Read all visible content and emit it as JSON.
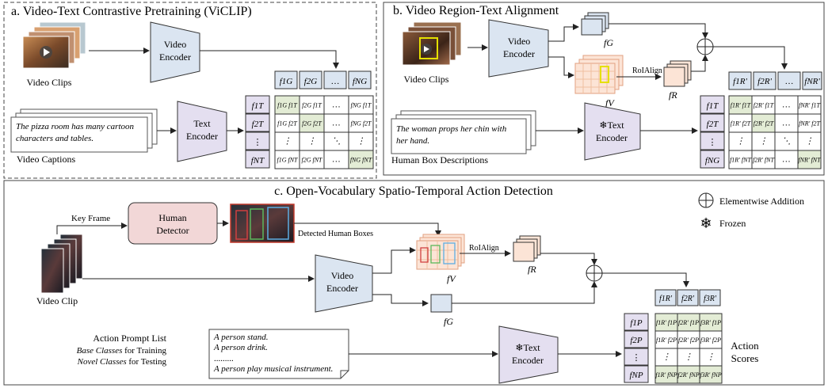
{
  "panel_a": {
    "title": "a. Video-Text Contrastive Pretraining (ViCLIP)",
    "video_label": "Video Clips",
    "encoder_label": [
      "Video",
      "Encoder"
    ],
    "text_encoder_label": [
      "Text",
      "Encoder"
    ],
    "caption": [
      "The pizza room has many cartoon",
      "characters and tables."
    ],
    "caption_label": "Video Captions",
    "video_features": [
      "f1G",
      "f2G",
      "…",
      "fNG"
    ],
    "text_features": [
      "f1T",
      "f2T",
      "⋮",
      "fNT"
    ],
    "matrix": [
      [
        "f1G f1T",
        "f2G f1T",
        "…",
        "fNG f1T"
      ],
      [
        "f1G f2T",
        "f2G f2T",
        "…",
        "fNG f2T"
      ],
      [
        "⋮",
        "⋮",
        "⋱",
        "⋮"
      ],
      [
        "f1G fNT",
        "f2G fNT",
        "…",
        "fNG fNT"
      ]
    ]
  },
  "panel_b": {
    "title": "b. Video Region-Text Alignment",
    "video_label": "Video Clips",
    "encoder_label": [
      "Video",
      "Encoder"
    ],
    "text_encoder_label": [
      "❄Text",
      "Encoder"
    ],
    "caption": [
      "The woman props her chin with",
      "her hand."
    ],
    "caption_label": "Human Box Descriptions",
    "fG": "fG",
    "fV": "fV",
    "fR": "fR",
    "roialign": "RoIAlign",
    "video_features": [
      "f1R'",
      "f2R'",
      "…",
      "fNR'"
    ],
    "text_features": [
      "f1T",
      "f2T",
      "⋮",
      "fNG"
    ],
    "matrix": [
      [
        "f1R' f1T",
        "f2R' f1T",
        "…",
        "fNR' f1T"
      ],
      [
        "f1R' f2T",
        "f2R' f2T",
        "…",
        "fNR' f2T"
      ],
      [
        "⋮",
        "⋮",
        "⋱",
        "⋮"
      ],
      [
        "f1R' fNT",
        "f2R' fNT",
        "…",
        "fNR' fNT"
      ]
    ]
  },
  "panel_c": {
    "title": "c. Open-Vocabulary Spatio-Temporal Action Detection",
    "key_frame": "Key Frame",
    "detector_label": [
      "Human",
      "Detector"
    ],
    "detected": "Detected Human Boxes",
    "video_clip": "Video Clip",
    "encoder_label": [
      "Video",
      "Encoder"
    ],
    "roialign": "RoIAlign",
    "fV": "fV",
    "fR": "fR",
    "fG": "fG",
    "prompt_title": "Action Prompt List",
    "base": "Base Classes",
    "base_suffix": " for Training",
    "novel": "Novel Classes",
    "novel_suffix": " for Testing",
    "prompts": [
      "A person stand.",
      "A person drink.",
      ".........",
      "A person play musical instrument."
    ],
    "text_encoder_label": [
      "❄Text",
      "Encoder"
    ],
    "region_features": [
      "f1R'",
      "f2R'",
      "f3R'"
    ],
    "prompt_features": [
      "f1P",
      "f2P",
      "⋮",
      "fNP"
    ],
    "matrix": [
      [
        "f1R' f1P",
        "f2R' f1P",
        "f3R' f1P"
      ],
      [
        "f1R' f2P",
        "f2R' f2P",
        "f3R' f2P"
      ],
      [
        "⋮",
        "⋮",
        "⋮"
      ],
      [
        "f1R' fNP",
        "f2R' fNP",
        "f3R' fNP"
      ]
    ],
    "scores_label": [
      "Action",
      "Scores"
    ]
  },
  "legend": {
    "add": "Elementwise Addition",
    "frozen": "Frozen"
  },
  "colors": {
    "video_encoder": "#dbe5f1",
    "text_encoder": "#e4dff0",
    "detector": "#f2d7d7",
    "highlight": "#e3ecd5",
    "fv": "#fce4d6",
    "stroke": "#333333"
  }
}
